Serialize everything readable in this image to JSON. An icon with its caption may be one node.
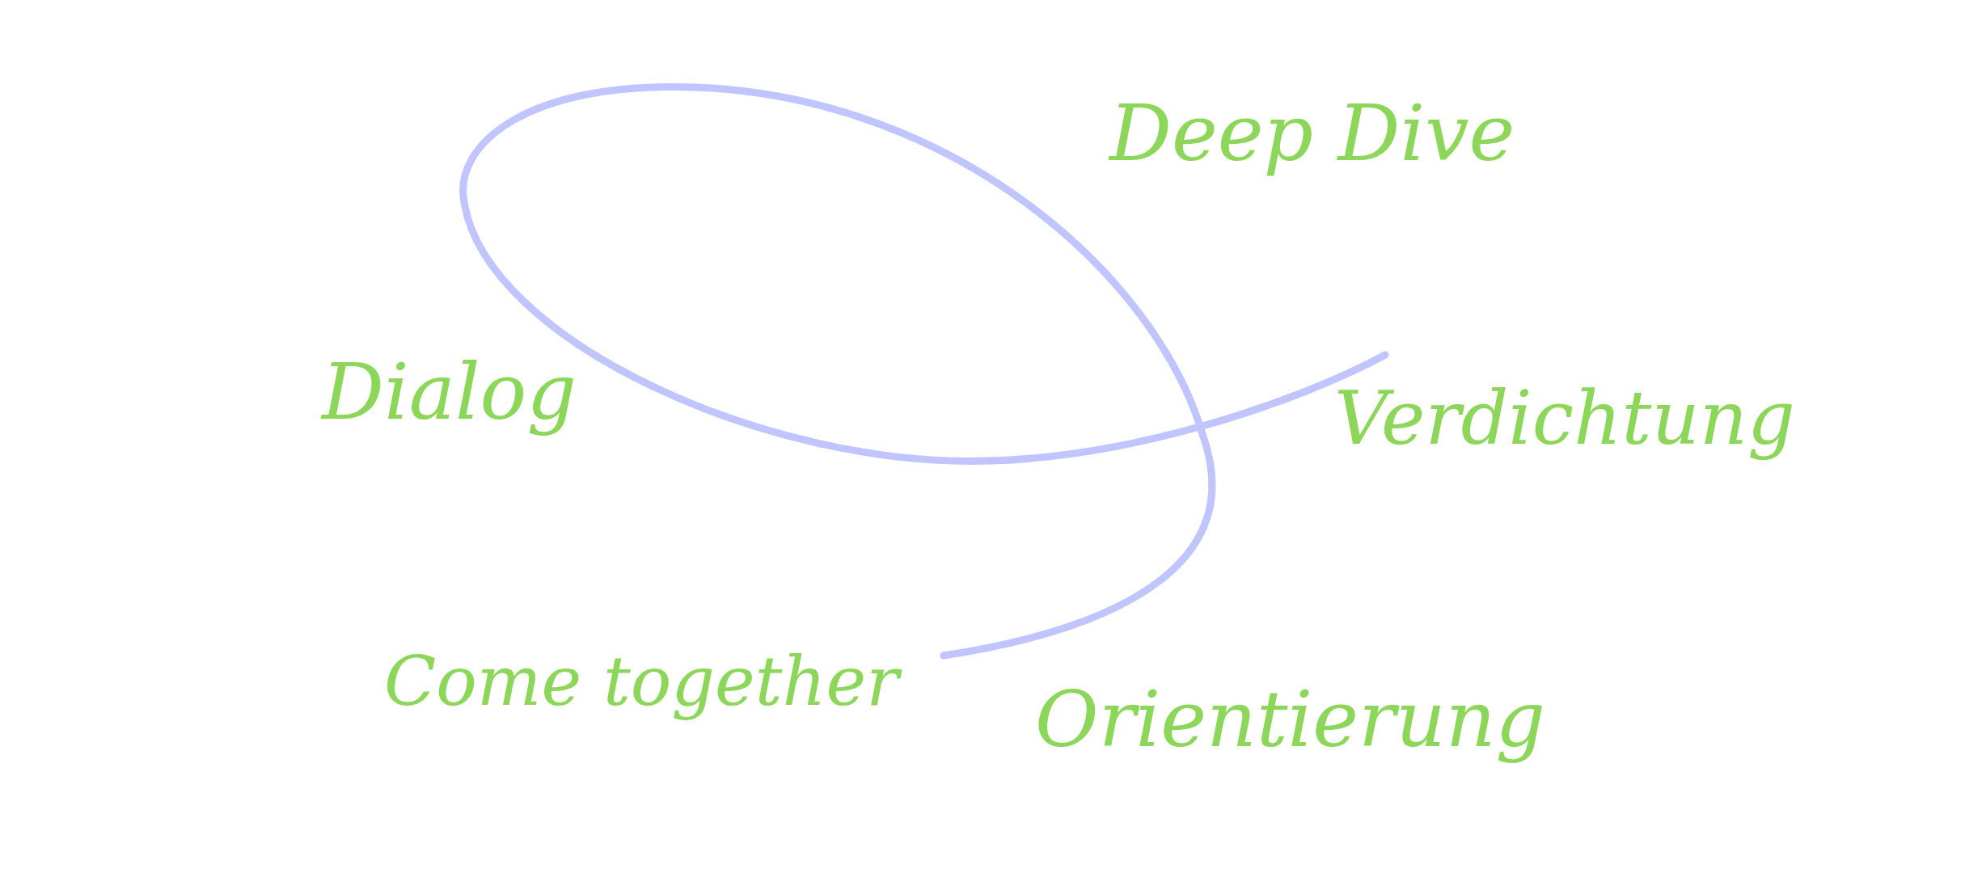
{
  "diagram": {
    "labels": [
      "Deep Dive",
      "Dialog",
      "Verdichtung",
      "Come together",
      "Orientierung"
    ]
  }
}
